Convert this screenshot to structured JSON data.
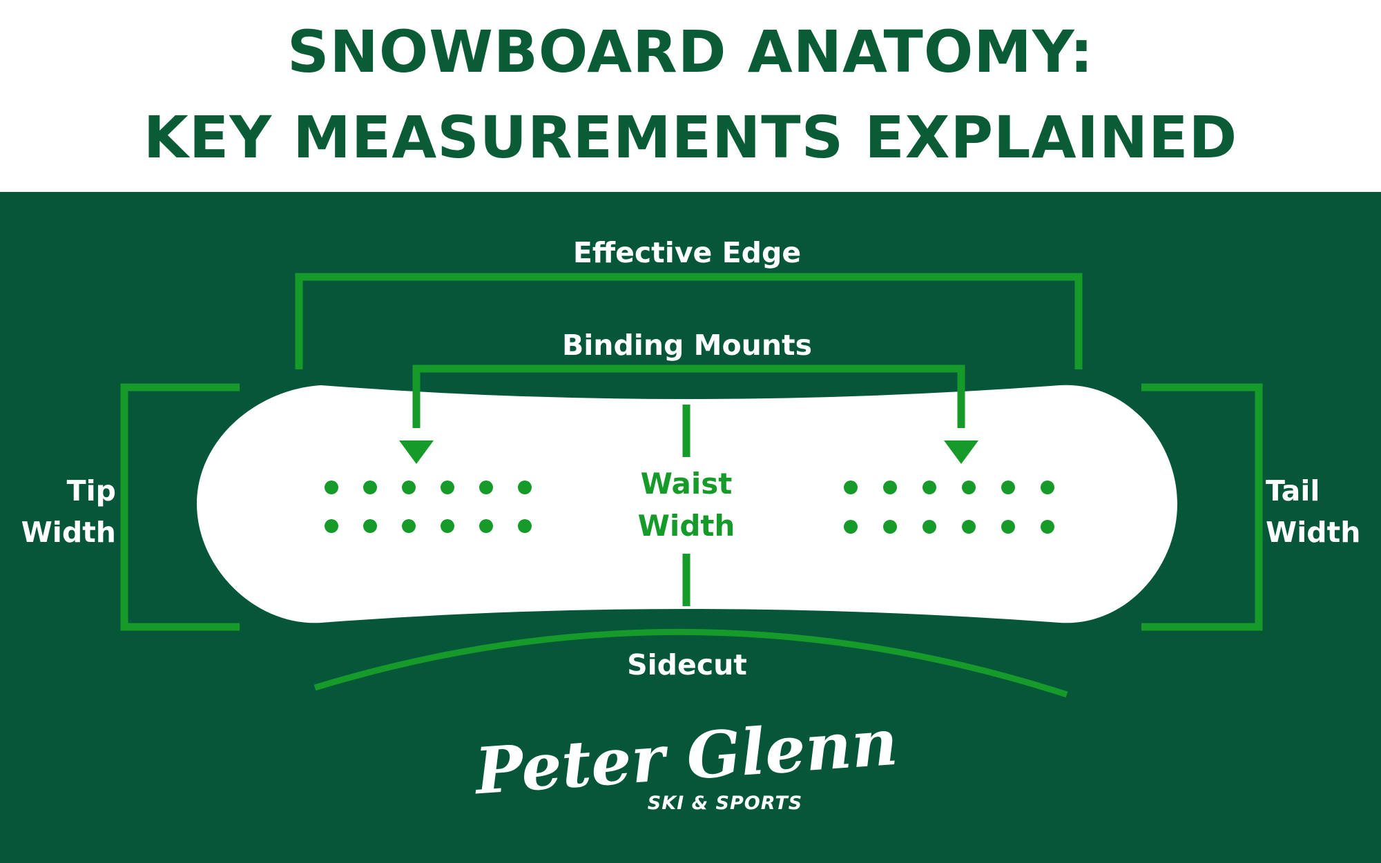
{
  "title": {
    "line1": "SNOWBOARD ANATOMY:",
    "line2": "KEY MEASUREMENTS EXPLAINED"
  },
  "labels": {
    "effective_edge": "Effective Edge",
    "binding_mounts": "Binding Mounts",
    "waist_width_line1": "Waist",
    "waist_width_line2": "Width",
    "tip_width_line1": "Tip",
    "tip_width_line2": "Width",
    "tail_width_line1": "Tail",
    "tail_width_line2": "Width",
    "sidecut": "Sidecut"
  },
  "logo": {
    "script": "Peter Glenn",
    "sub": "SKI & SPORTS"
  },
  "colors": {
    "background": "#06573a",
    "header_background": "#ffffff",
    "title": "#0a5c36",
    "accent": "#169b2a",
    "board": "#ffffff"
  }
}
